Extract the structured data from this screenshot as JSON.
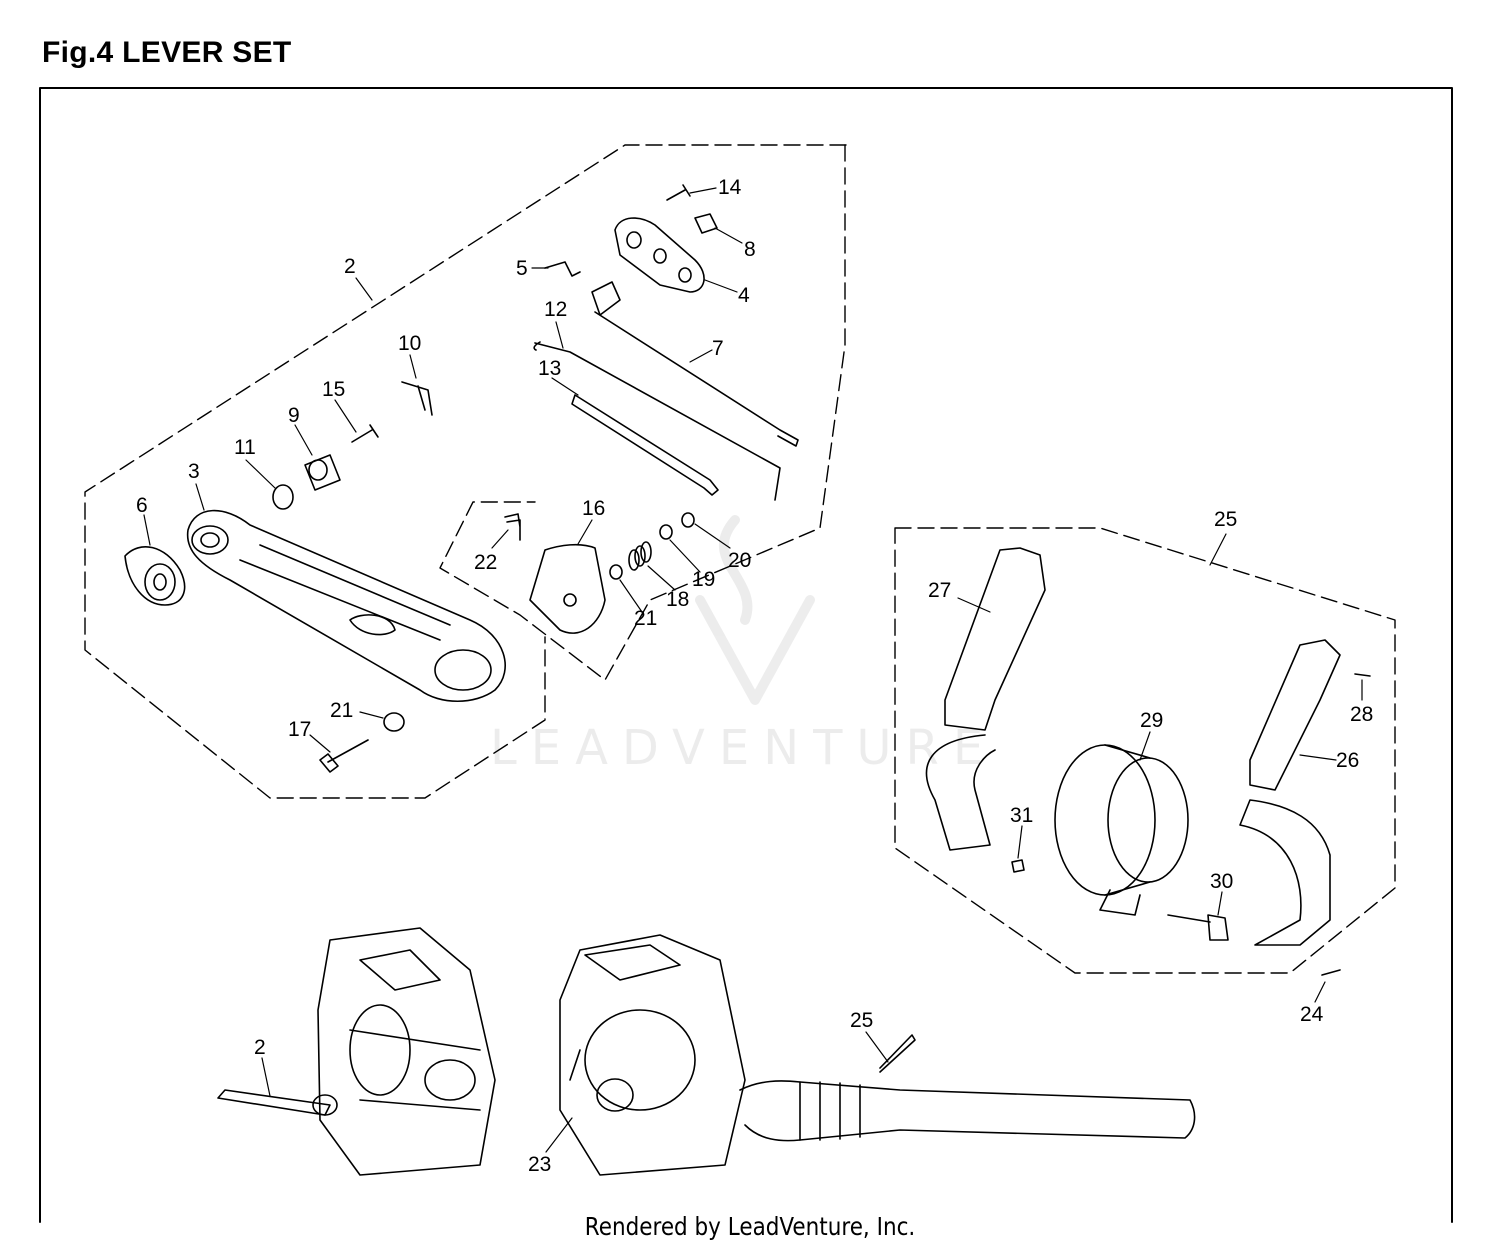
{
  "title": "Fig.4 LEVER SET",
  "footer": "Rendered by LeadVenture, Inc.",
  "watermark": "LEADVENTURE",
  "callouts": [
    {
      "id": "c2a",
      "label": "2"
    },
    {
      "id": "c3",
      "label": "3"
    },
    {
      "id": "c4",
      "label": "4"
    },
    {
      "id": "c5",
      "label": "5"
    },
    {
      "id": "c6",
      "label": "6"
    },
    {
      "id": "c7",
      "label": "7"
    },
    {
      "id": "c8",
      "label": "8"
    },
    {
      "id": "c9",
      "label": "9"
    },
    {
      "id": "c10",
      "label": "10"
    },
    {
      "id": "c11",
      "label": "11"
    },
    {
      "id": "c12",
      "label": "12"
    },
    {
      "id": "c13",
      "label": "13"
    },
    {
      "id": "c14",
      "label": "14"
    },
    {
      "id": "c15",
      "label": "15"
    },
    {
      "id": "c16",
      "label": "16"
    },
    {
      "id": "c17",
      "label": "17"
    },
    {
      "id": "c18",
      "label": "18"
    },
    {
      "id": "c19",
      "label": "19"
    },
    {
      "id": "c20",
      "label": "20"
    },
    {
      "id": "c21a",
      "label": "21"
    },
    {
      "id": "c21b",
      "label": "21"
    },
    {
      "id": "c22",
      "label": "22"
    },
    {
      "id": "c23",
      "label": "23"
    },
    {
      "id": "c24",
      "label": "24"
    },
    {
      "id": "c25a",
      "label": "25"
    },
    {
      "id": "c25b",
      "label": "25"
    },
    {
      "id": "c26",
      "label": "26"
    },
    {
      "id": "c27",
      "label": "27"
    },
    {
      "id": "c28",
      "label": "28"
    },
    {
      "id": "c29",
      "label": "29"
    },
    {
      "id": "c30",
      "label": "30"
    },
    {
      "id": "c31",
      "label": "31"
    },
    {
      "id": "c2b",
      "label": "2"
    }
  ]
}
